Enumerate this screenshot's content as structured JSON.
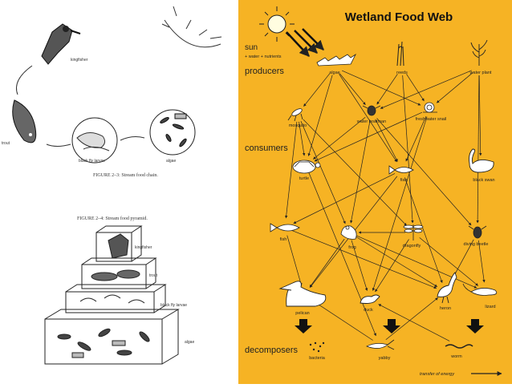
{
  "chain": {
    "caption": "FIGURE 2–3: Stream food chain.",
    "labels": {
      "kingfisher": "kingfisher",
      "trout": "trout",
      "larvae": "black fly larvae",
      "algae": "algae"
    }
  },
  "pyramid": {
    "caption": "FIGURE 2–4: Stream food pyramid.",
    "labels": {
      "kingfisher": "kingfisher",
      "trout": "trout",
      "larvae": "black fly larvae",
      "algae": "algae"
    }
  },
  "web": {
    "title": "Wetland Food Web",
    "background": "#f6b324",
    "sun": "sun",
    "sun_sub": "+ water + nutrients",
    "producers": "producers",
    "consumers": "consumers",
    "decomposers": "decomposers",
    "legend": "transfer of energy",
    "nodes": {
      "algae": "algae",
      "reeds": "reeds",
      "water_plant": "water plant",
      "mosquito": "mosquito",
      "water_boatman": "water boatman",
      "snail": "freshwater snail",
      "turtle": "turtle",
      "fish_top": "fish",
      "black_swan": "black swan",
      "fish_left": "fish",
      "frog": "frog",
      "dragonfly": "dragonfly",
      "diving_beetle": "diving beetle",
      "pelican": "pelican",
      "duck": "duck",
      "heron": "heron",
      "lizard": "lizard",
      "bacteria": "bacteria",
      "yabby": "yabby",
      "worm": "worm"
    }
  }
}
